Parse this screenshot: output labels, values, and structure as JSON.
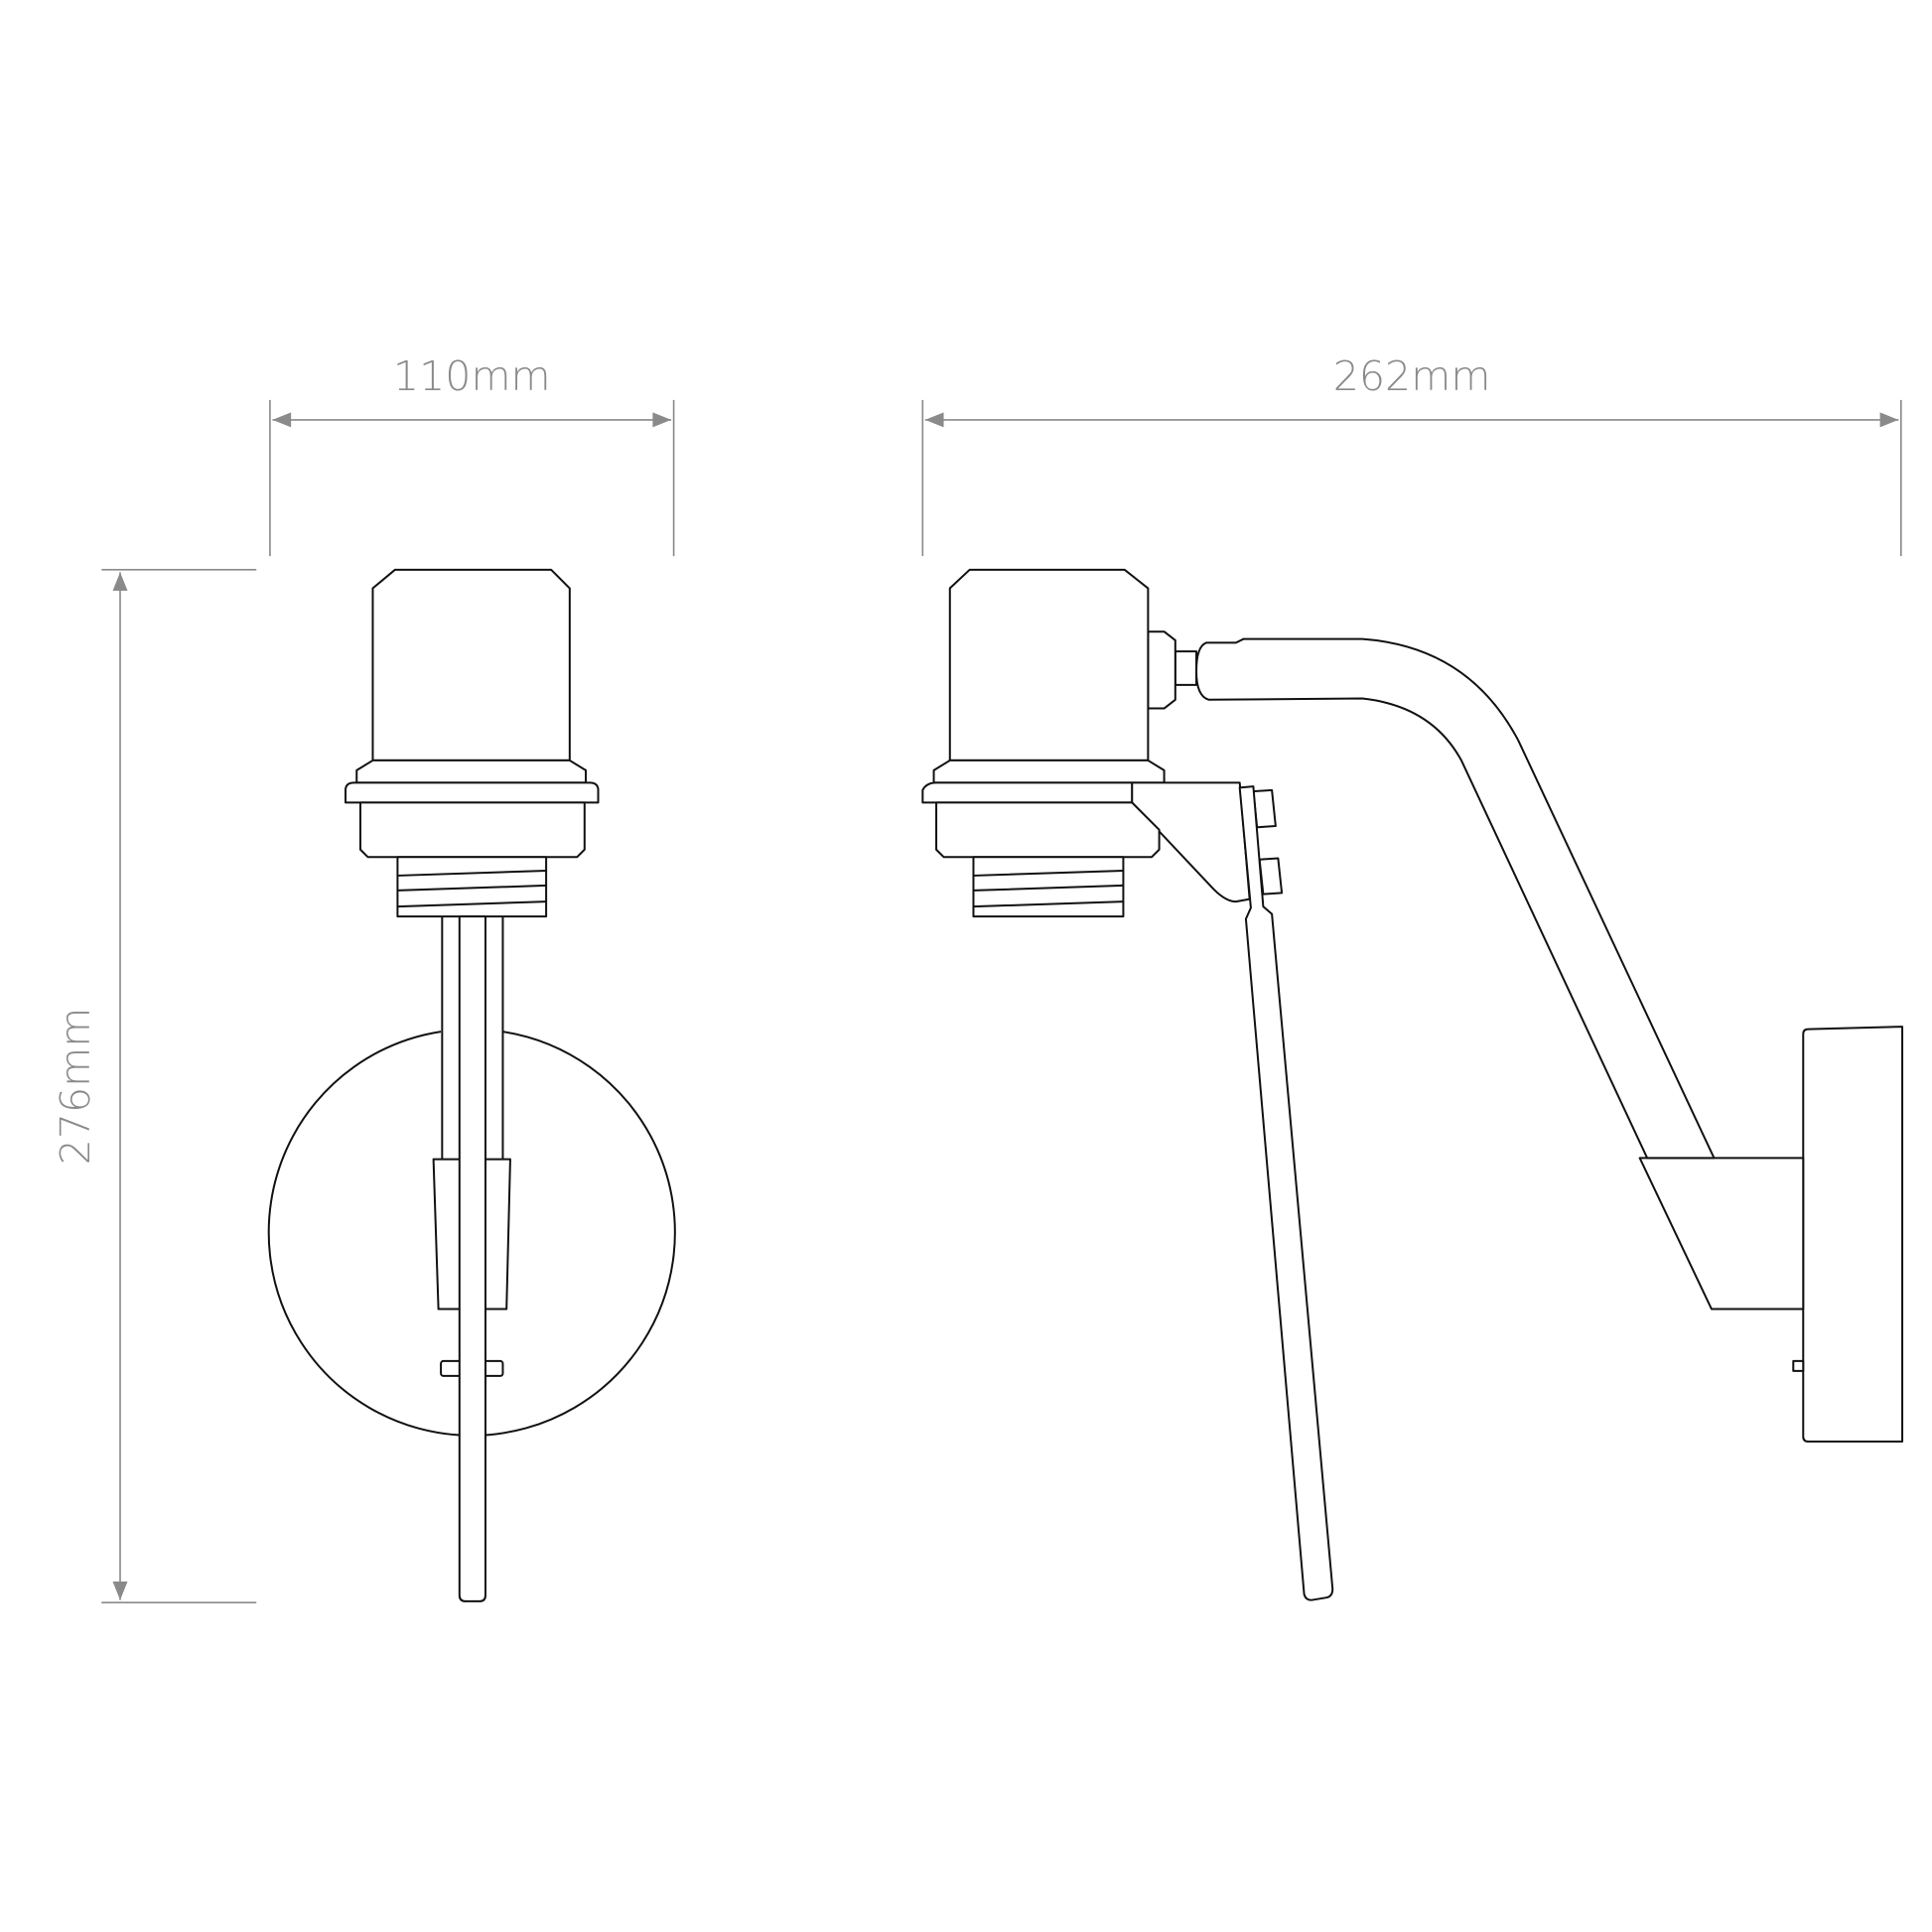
{
  "dimensions": {
    "front_width": "110mm",
    "side_depth": "262mm",
    "height": "276mm"
  },
  "colors": {
    "dimension_line": "#8a8a8a",
    "outline": "#111111"
  }
}
